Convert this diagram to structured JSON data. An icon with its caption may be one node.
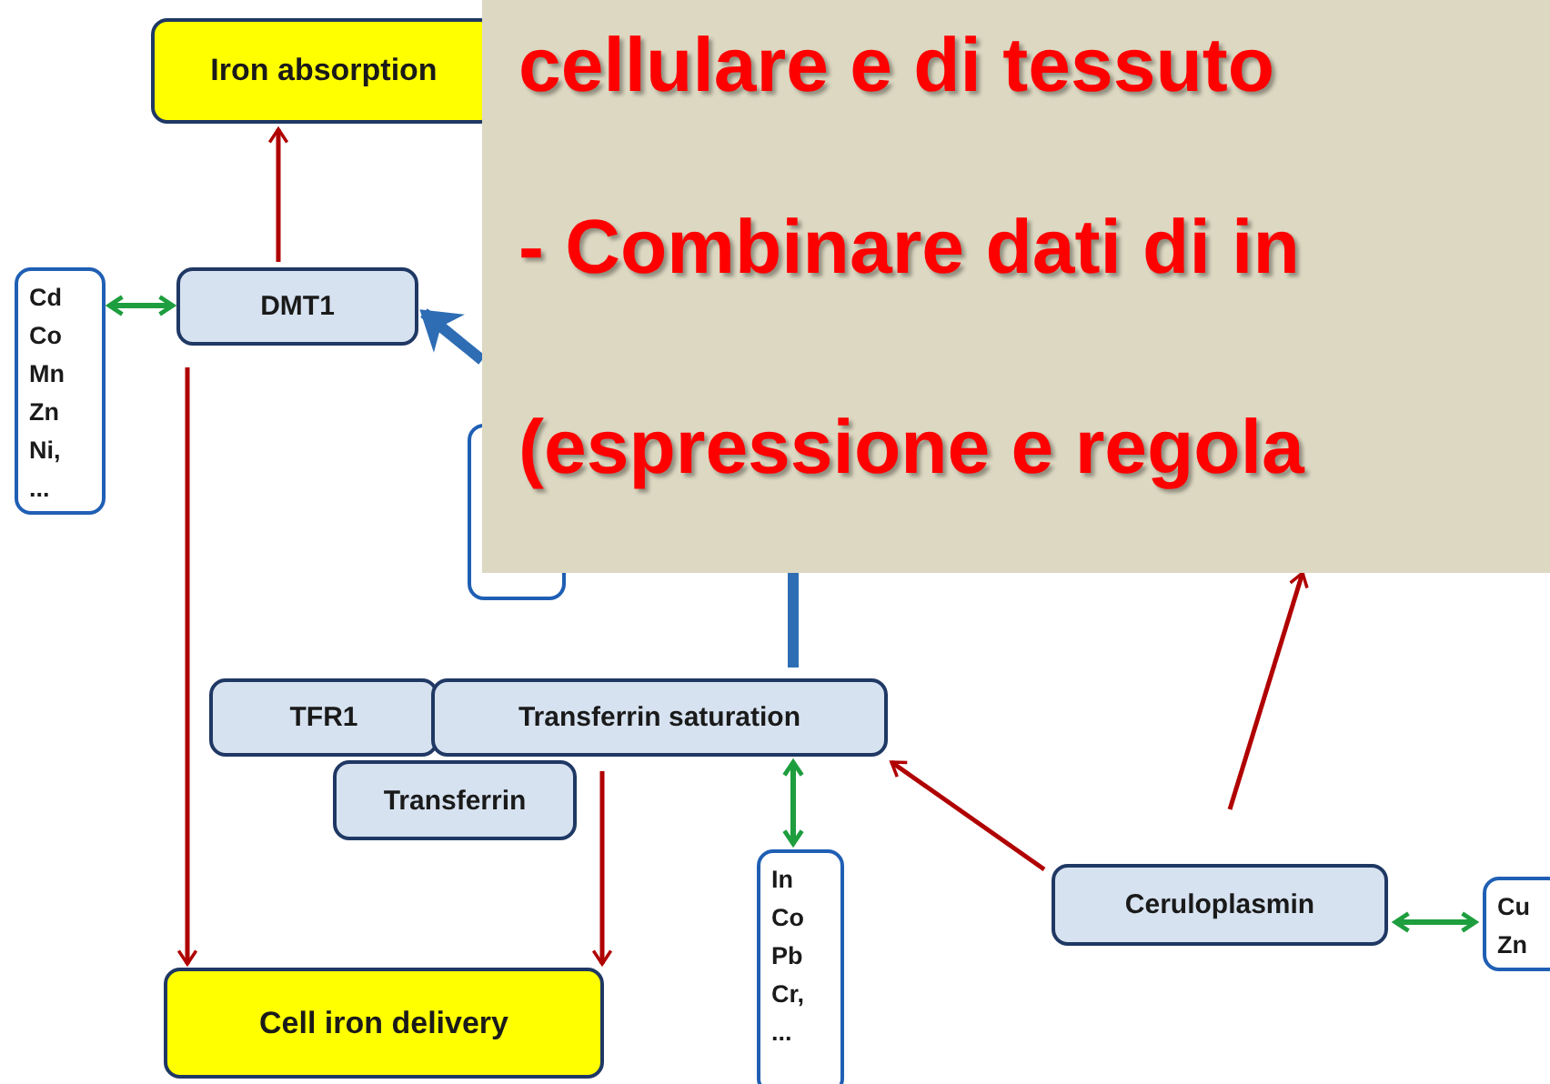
{
  "diagram": {
    "nodes": [
      {
        "text": [
          "Iron absorption"
        ]
      },
      {
        "text": [
          "Cd Co Mn Zn Ni, ..."
        ]
      },
      {
        "text": [
          "DMT1"
        ]
      },
      {
        "text": [],
        "shape": "box"
      },
      {
        "text": [
          "TFR1"
        ]
      },
      {
        "text": [
          "Transferrin saturation"
        ]
      },
      {
        "text": [
          "Transferrin"
        ]
      },
      {
        "text": [
          "In Co Pb Cr, ..."
        ]
      },
      {
        "text": [
          "Cell iron delivery"
        ]
      },
      {
        "text": [
          "Ceruloplasmin"
        ]
      },
      {
        "text": [
          "Cu Zn"
        ]
      },
      {
        "text": [
          "cellulare e di tessuto",
          "- Combinare dati di in",
          "(espressione e regola"
        ]
      }
    ],
    "edges": [
      {
        "from": 2,
        "to": 0,
        "arrow": "to"
      },
      {
        "from": 2,
        "to": 1,
        "arrow": "both",
        "color": "#1e9e3e"
      },
      {
        "from": 2,
        "to": 8,
        "arrow": "to"
      },
      {
        "from": 5,
        "to": 8,
        "arrow": "to"
      },
      {
        "from": 5,
        "to": 7,
        "arrow": "both",
        "color": "#1e9e3e"
      },
      {
        "from": 9,
        "to": 5,
        "arrow": "to"
      },
      {
        "from": 9,
        "to": 11,
        "arrow": "to"
      },
      {
        "from": 9,
        "to": 10,
        "arrow": "both",
        "color": "#1e9e3e"
      },
      {
        "from": 5,
        "to": 11,
        "arrow": "none",
        "style": "thick",
        "color": "#2e6db4"
      },
      {
        "from": 11,
        "to": 2,
        "arrow": "to",
        "style": "thick",
        "color": "#2e6db4"
      }
    ]
  }
}
